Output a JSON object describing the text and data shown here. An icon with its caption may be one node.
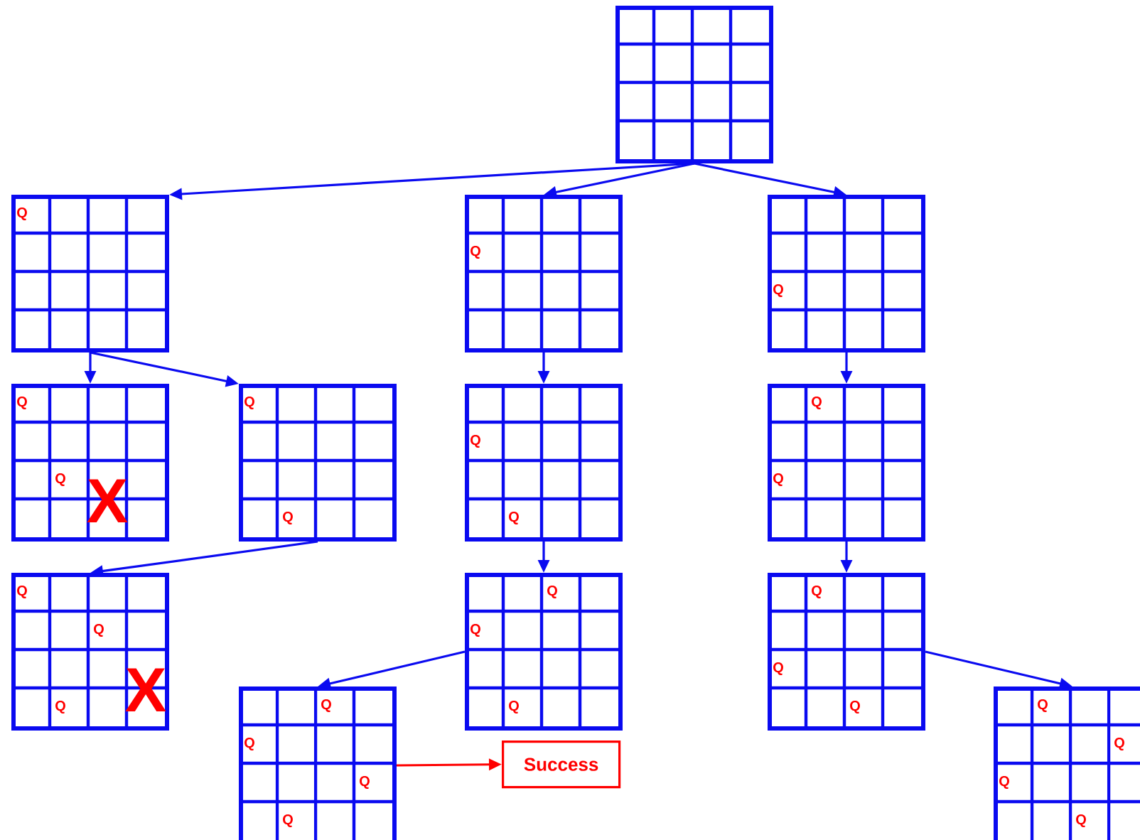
{
  "diagram": {
    "nodes": [
      {
        "text": [],
        "shape": "box"
      },
      {
        "text": [
          "Q"
        ]
      },
      {
        "text": [
          "Q"
        ]
      },
      {
        "text": [
          "Q"
        ]
      },
      {
        "text": [
          "Q",
          "Q",
          "X"
        ]
      },
      {
        "text": [
          "Q",
          "Q"
        ]
      },
      {
        "text": [
          "Q",
          "Q"
        ]
      },
      {
        "text": [
          "Q",
          "Q"
        ]
      },
      {
        "text": [
          "Q",
          "Q",
          "Q",
          "X"
        ]
      },
      {
        "text": [
          "Q",
          "Q",
          "Q"
        ]
      },
      {
        "text": [
          "Q",
          "Q",
          "Q"
        ]
      },
      {
        "text": [
          "Q",
          "Q",
          "Q",
          "Q"
        ]
      },
      {
        "text": [
          "Success"
        ]
      },
      {
        "text": [
          "Q",
          "Q",
          "Q",
          "Q"
        ]
      }
    ],
    "edges": [
      {
        "from": 0,
        "to": 1,
        "arrow": "to"
      },
      {
        "from": 0,
        "to": 2,
        "arrow": "to"
      },
      {
        "from": 0,
        "to": 3,
        "arrow": "to"
      },
      {
        "from": 1,
        "to": 4,
        "arrow": "to"
      },
      {
        "from": 1,
        "to": 5,
        "arrow": "to"
      },
      {
        "from": 5,
        "to": 8,
        "arrow": "to"
      },
      {
        "from": 2,
        "to": 6,
        "arrow": "to"
      },
      {
        "from": 6,
        "to": 9,
        "arrow": "to"
      },
      {
        "from": 9,
        "to": 11,
        "arrow": "to"
      },
      {
        "from": 11,
        "to": 12,
        "arrow": "to",
        "color": "#ff0000"
      },
      {
        "from": 3,
        "to": 7,
        "arrow": "to"
      },
      {
        "from": 7,
        "to": 10,
        "arrow": "to"
      },
      {
        "from": 10,
        "to": 13,
        "arrow": "to"
      }
    ]
  }
}
